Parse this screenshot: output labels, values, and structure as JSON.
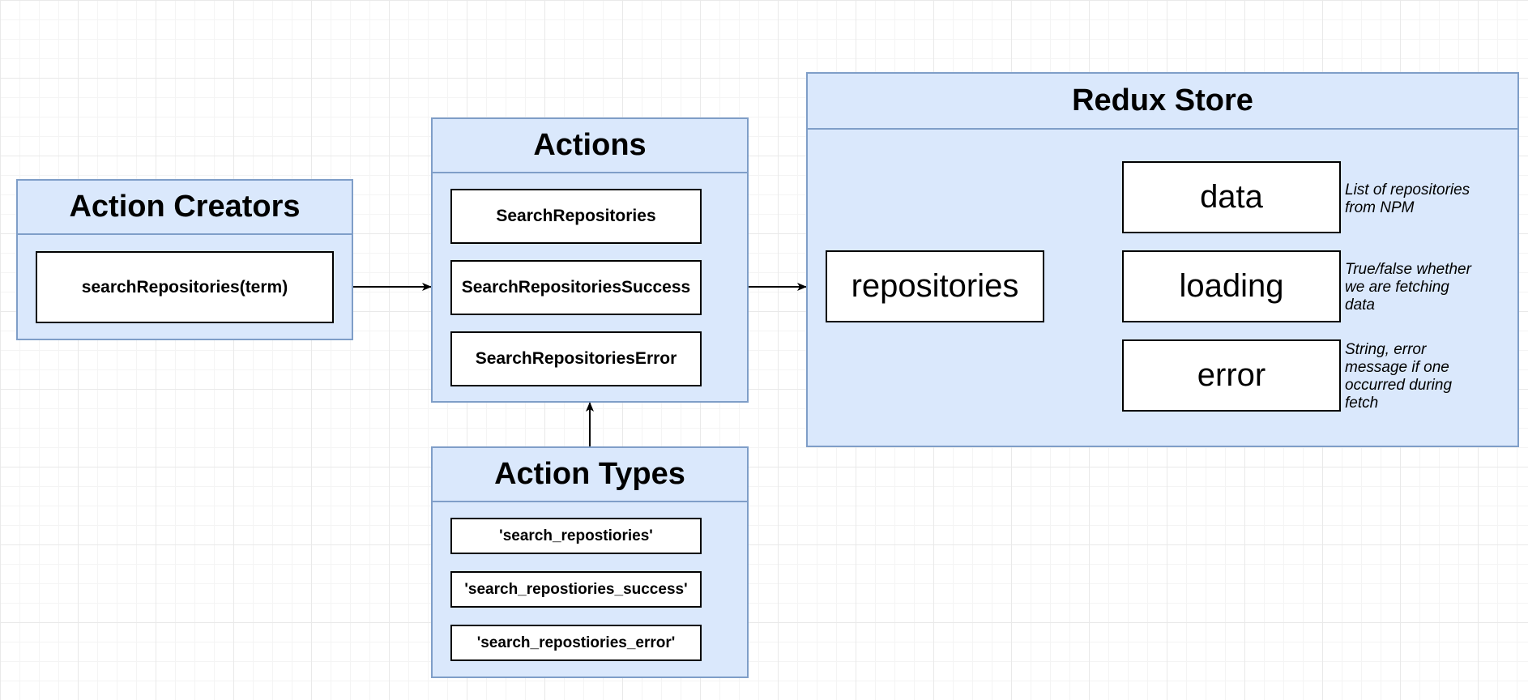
{
  "action_creators": {
    "title": "Action Creators",
    "items": [
      "searchRepositories(term)"
    ]
  },
  "actions": {
    "title": "Actions",
    "items": [
      "SearchRepositories",
      "SearchRepositoriesSuccess",
      "SearchRepositoriesError"
    ]
  },
  "action_types": {
    "title": "Action Types",
    "items": [
      "'search_repostiories'",
      "'search_repostiories_success'",
      "'search_repostiories_error'"
    ]
  },
  "redux_store": {
    "title": "Redux Store",
    "root": "repositories",
    "fields": [
      {
        "name": "data",
        "note": [
          "List of repositories",
          "from NPM"
        ]
      },
      {
        "name": "loading",
        "note": [
          "True/false whether",
          "we are fetching",
          "data"
        ]
      },
      {
        "name": "error",
        "note": [
          "String, error",
          "message if one",
          "occurred during",
          "fetch"
        ]
      }
    ]
  }
}
